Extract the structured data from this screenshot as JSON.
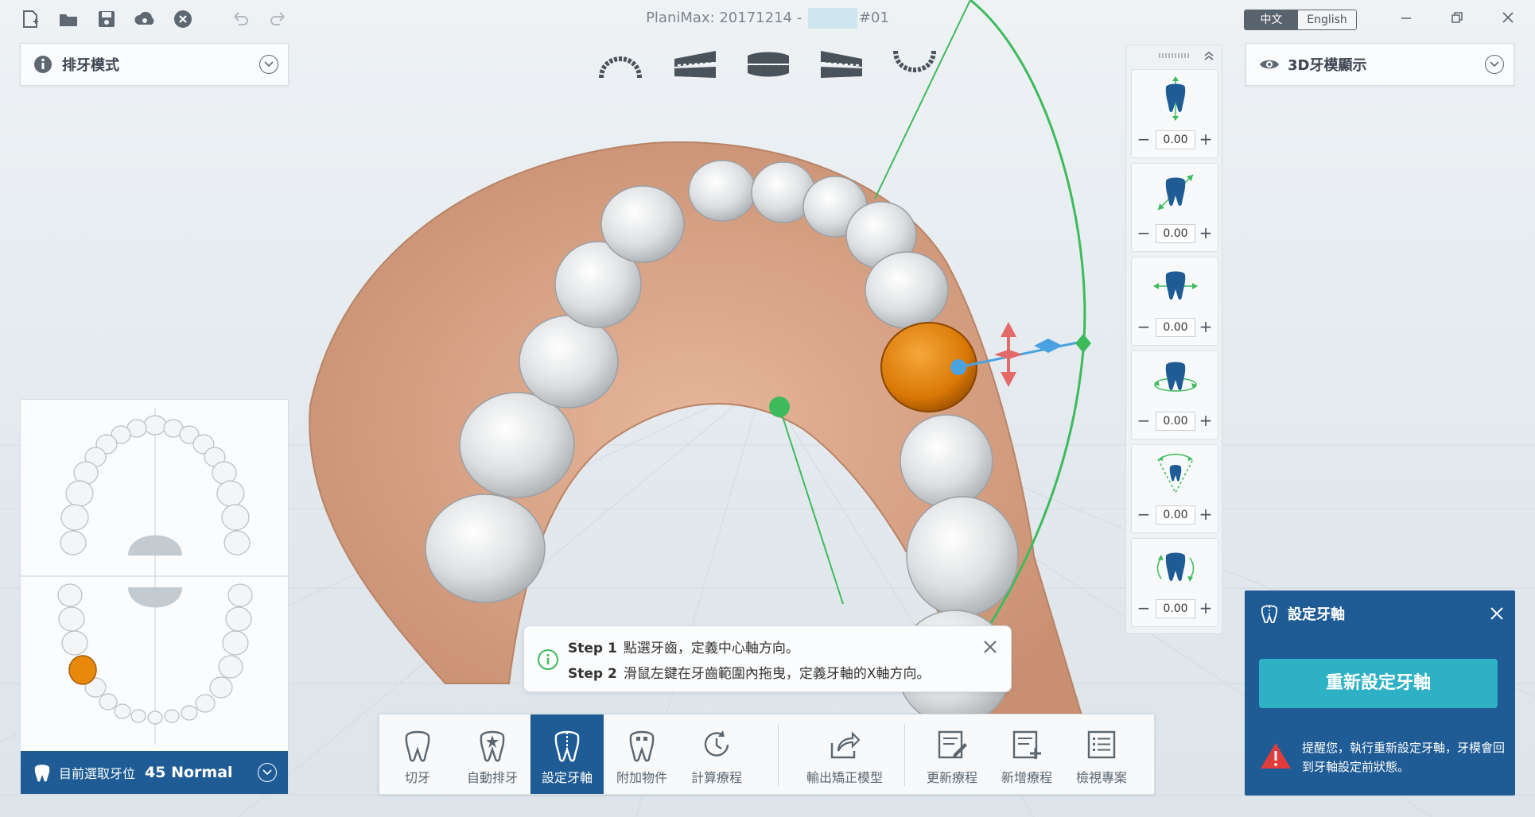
{
  "app": {
    "title_prefix": "PlaniMax: 20171214 - ",
    "title_suffix": "#01"
  },
  "language": {
    "zh": "中文",
    "en": "English"
  },
  "left_panel": {
    "label": "排牙模式"
  },
  "right_panel": {
    "label": "3D牙模顯示"
  },
  "axis_controls": [
    {
      "value": "0.00",
      "icon": "tooth-vertical-move-icon"
    },
    {
      "value": "0.00",
      "icon": "tooth-diagonal-move-icon"
    },
    {
      "value": "0.00",
      "icon": "tooth-horizontal-move-icon"
    },
    {
      "value": "0.00",
      "icon": "tooth-rotate-icon"
    },
    {
      "value": "0.00",
      "icon": "tooth-tilt-icon"
    },
    {
      "value": "0.00",
      "icon": "tooth-torque-icon"
    }
  ],
  "jaw_chart": {
    "selected_label": "目前選取牙位",
    "selected_value": "45 Normal",
    "selected_color": "#e8890c"
  },
  "steps": [
    {
      "label": "Step 1",
      "text": "點選牙齒，定義中心軸方向。"
    },
    {
      "label": "Step 2",
      "text": "滑鼠左鍵在牙齒範圍內拖曳，定義牙軸的X軸方向。"
    }
  ],
  "toolbar": [
    {
      "label": "切牙",
      "icon": "tooth-cut-icon",
      "active": false
    },
    {
      "label": "自動排牙",
      "icon": "auto-arrange-icon",
      "active": false
    },
    {
      "label": "設定牙軸",
      "icon": "tooth-axis-icon",
      "active": true
    },
    {
      "label": "附加物件",
      "icon": "attachment-icon",
      "active": false
    },
    {
      "label": "計算療程",
      "icon": "calculate-icon",
      "active": false
    },
    {
      "label": "輸出矯正模型",
      "icon": "export-icon",
      "active": false
    },
    {
      "label": "更新療程",
      "icon": "update-plan-icon",
      "active": false
    },
    {
      "label": "新增療程",
      "icon": "add-plan-icon",
      "active": false
    },
    {
      "label": "檢視專案",
      "icon": "view-project-icon",
      "active": false
    }
  ],
  "axis_panel": {
    "title": "設定牙軸",
    "button": "重新設定牙軸",
    "warning": "提醒您，執行重新設定牙軸，牙模會回到牙軸設定前狀態。"
  },
  "colors": {
    "accent_blue": "#1f5c96",
    "teal_button": "#2fb1c5",
    "gum": "#d9a58a",
    "tooth": "#e8e9ea",
    "selected_tooth": "#e8890c",
    "axis_green": "#3dbb5a",
    "warning_red": "#e03c3c"
  }
}
